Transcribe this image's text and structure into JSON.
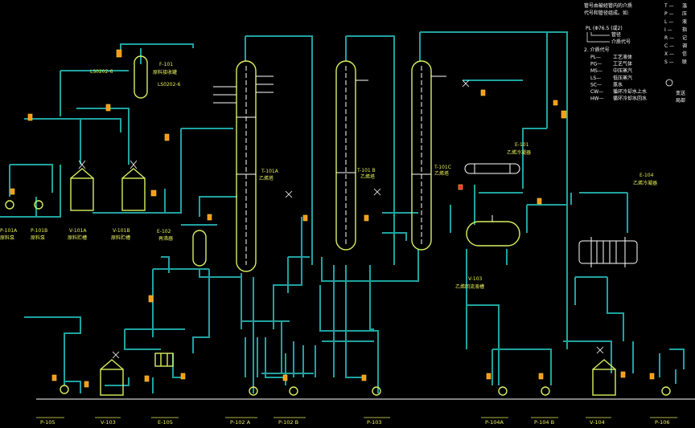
{
  "legend": {
    "heading_line1": "管号由被经管内的介质",
    "heading_line2": "代号和管径组成。如:",
    "example_code": "PL (Φ76.5 (或2)",
    "example_pipe": "管径",
    "example_medium": "介质代号",
    "section_title": "2. 介质代号",
    "codes": [
      {
        "code": "PL—",
        "desc": "工艺液体"
      },
      {
        "code": "PG—",
        "desc": "工艺气体"
      },
      {
        "code": "MS—",
        "desc": "中压蒸汽"
      },
      {
        "code": "LS—",
        "desc": "低压蒸汽"
      },
      {
        "code": "SC—",
        "desc": "蒸水"
      },
      {
        "code": "CW—",
        "desc": "循环冷却水上水"
      },
      {
        "code": "HW—",
        "desc": "循环冷却水回水"
      }
    ],
    "right_codes": [
      {
        "code": "T",
        "desc": "温"
      },
      {
        "code": "P",
        "desc": "压"
      },
      {
        "code": "L",
        "desc": "液"
      },
      {
        "code": "I",
        "desc": "指"
      },
      {
        "code": "R",
        "desc": "记"
      },
      {
        "code": "C",
        "desc": "调"
      },
      {
        "code": "X",
        "desc": "信"
      },
      {
        "code": "S",
        "desc": "联"
      }
    ],
    "right_symbols": [
      "变送",
      "局部"
    ]
  },
  "equipment_labels": [
    {
      "id": "F-101",
      "name": "原料接收罐"
    },
    {
      "id": "T-101A",
      "name": "乙烯塔"
    },
    {
      "id": "T-101 B",
      "name": "乙烯塔"
    },
    {
      "id": "T-101C",
      "name": "乙烯塔"
    },
    {
      "id": "E-101",
      "name": "乙烯冷凝器"
    },
    {
      "id": "E-104",
      "name": "乙烯冷凝器"
    },
    {
      "id": "V-103",
      "name": "乙烯回流液槽"
    },
    {
      "id": "E-102",
      "name": "再沸器"
    },
    {
      "id": "P-101A",
      "name": "原料泵"
    },
    {
      "id": "P-101B",
      "name": "原料泵"
    },
    {
      "id": "V-101A",
      "name": "原料贮槽"
    },
    {
      "id": "V-101B",
      "name": "原料贮槽"
    }
  ],
  "bottom_tags": [
    "P-105",
    "V-103",
    "E-105",
    "P-102 A",
    "P-102 B",
    "P-103",
    "P-104A",
    "P-104 B",
    "V-104",
    "P-106"
  ],
  "line_labels": {
    "ls_a": "LS0202-6",
    "ls_b": "LS0202-6"
  }
}
